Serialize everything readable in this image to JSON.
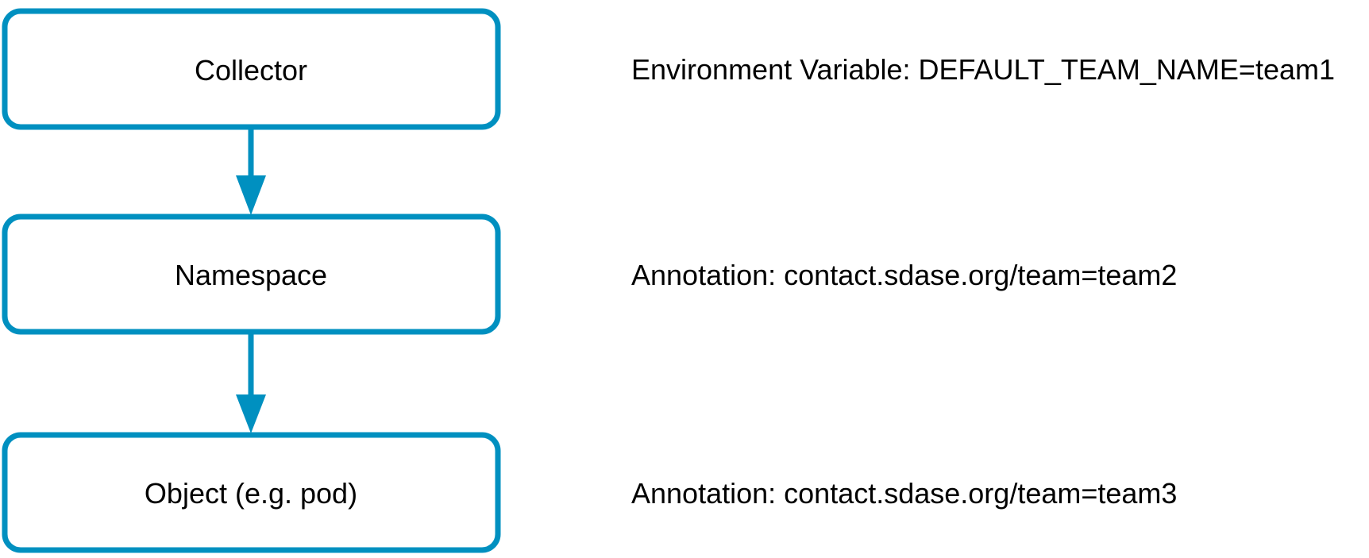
{
  "colors": {
    "accent": "#0090c0",
    "text": "#000000",
    "background": "#ffffff"
  },
  "nodes": [
    {
      "label": "Collector"
    },
    {
      "label": "Namespace"
    },
    {
      "label": "Object (e.g. pod)"
    }
  ],
  "notes": [
    {
      "text": "Environment Variable: DEFAULT_TEAM_NAME=team1"
    },
    {
      "text": "Annotation: contact.sdase.org/team=team2"
    },
    {
      "text": "Annotation: contact.sdase.org/team=team3"
    }
  ],
  "edges": [
    {
      "from": "Collector",
      "to": "Namespace"
    },
    {
      "from": "Namespace",
      "to": "Object (e.g. pod)"
    }
  ]
}
